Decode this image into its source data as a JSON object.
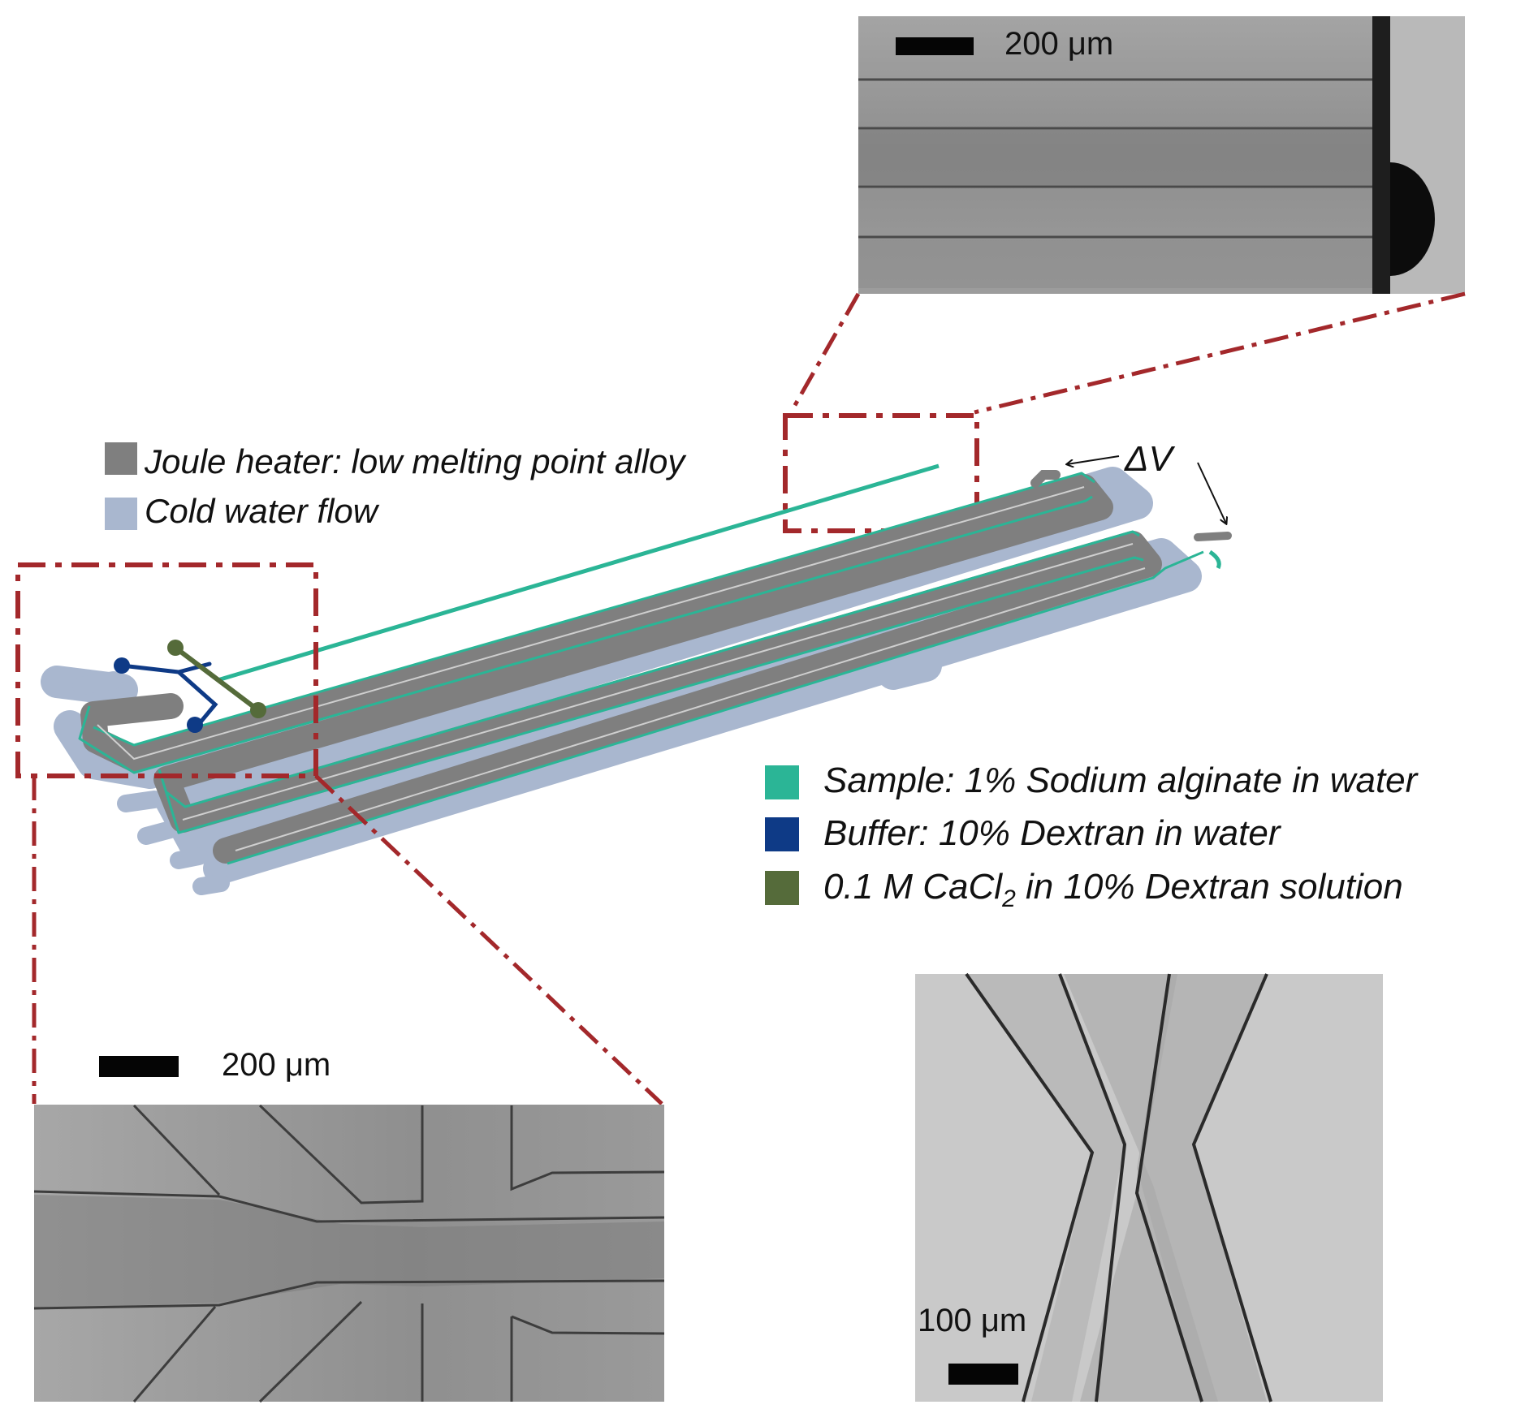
{
  "colors": {
    "heater": "#7f7f7f",
    "cold_water": "#a9b7cf",
    "sample": "#2bb596",
    "buffer": "#0e3a86",
    "cacl2": "#556b3a",
    "zoom_box": "#a3282b",
    "micrograph_bg": "#9a9a9a"
  },
  "legend_top": {
    "heater": {
      "text": "Joule heater: low melting point alloy",
      "swatch_color": "#7f7f7f"
    },
    "cold_water": {
      "text": "Cold water flow",
      "swatch_color": "#a9b7cf"
    }
  },
  "legend_fluids": {
    "sample": {
      "text": "Sample: 1% Sodium alginate in water",
      "swatch_color": "#2bb596"
    },
    "buffer": {
      "text": "Buffer: 10% Dextran in water",
      "swatch_color": "#0e3a86"
    },
    "cacl2": {
      "prefix": "0.1 M CaCl",
      "subscript": "2",
      "suffix": " in 10% Dextran solution",
      "swatch_color": "#556b3a"
    }
  },
  "voltage_label": "ΔV",
  "micrographs": {
    "top_right": {
      "scale_label": "200 μm"
    },
    "bottom_left": {
      "scale_label": "200 μm"
    },
    "bottom_right": {
      "scale_label": "100 μm"
    }
  }
}
